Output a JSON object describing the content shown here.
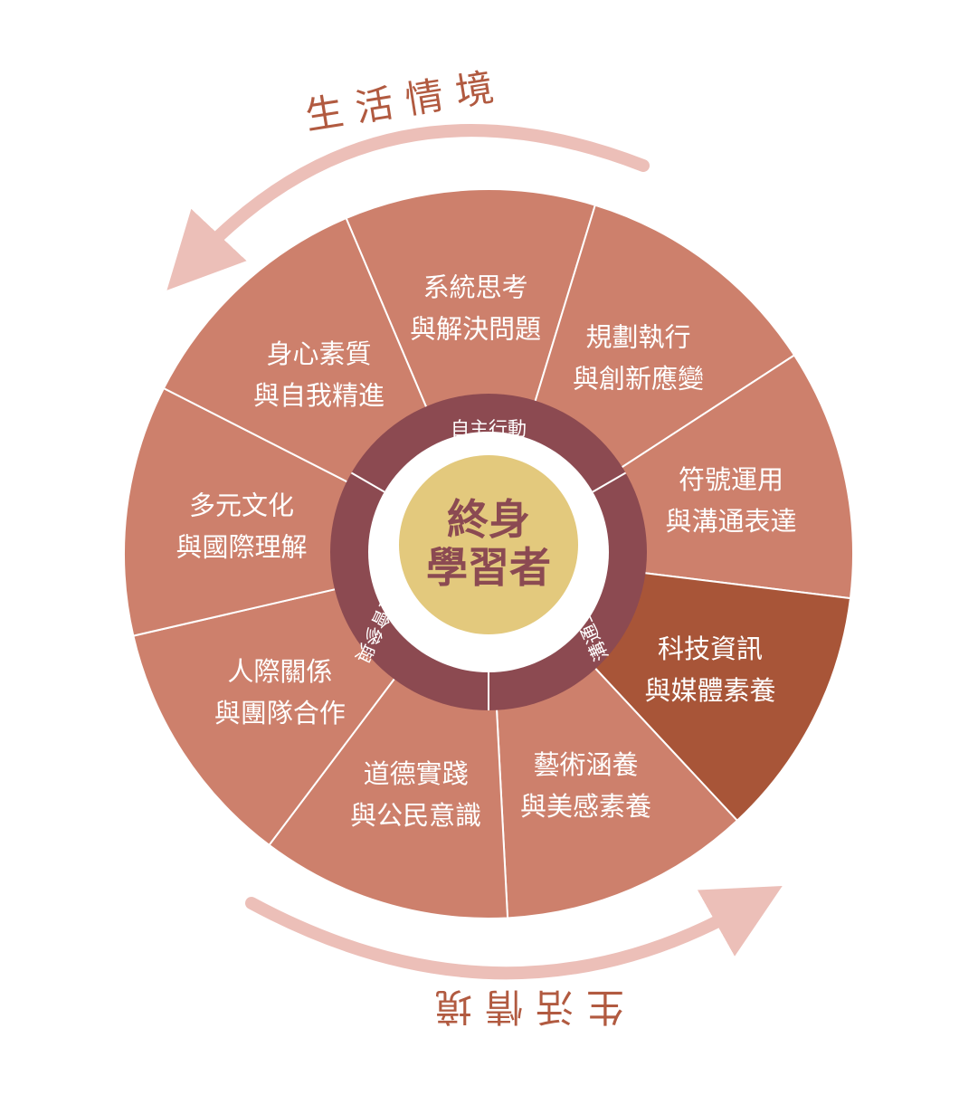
{
  "center": {
    "line1": "終身",
    "line2": "學習者"
  },
  "context": {
    "top": "生活情境",
    "bottom": "生活情境"
  },
  "dimensions": [
    {
      "id": "autonomous",
      "label": "自主行動"
    },
    {
      "id": "communication",
      "label": "溝通互動"
    },
    {
      "id": "social",
      "label": "社會參與"
    }
  ],
  "segments": [
    {
      "id": "systems-thinking",
      "line1": "系統思考",
      "line2": "與解決問題",
      "highlighted": false
    },
    {
      "id": "planning",
      "line1": "規劃執行",
      "line2": "與創新應變",
      "highlighted": false
    },
    {
      "id": "symbols",
      "line1": "符號運用",
      "line2": "與溝通表達",
      "highlighted": false
    },
    {
      "id": "tech-media",
      "line1": "科技資訊",
      "line2": "與媒體素養",
      "highlighted": true
    },
    {
      "id": "arts",
      "line1": "藝術涵養",
      "line2": "與美感素養",
      "highlighted": false
    },
    {
      "id": "ethics",
      "line1": "道德實踐",
      "line2": "與公民意識",
      "highlighted": false
    },
    {
      "id": "interpersonal",
      "line1": "人際關係",
      "line2": "與團隊合作",
      "highlighted": false
    },
    {
      "id": "multicultural",
      "line1": "多元文化",
      "line2": "與國際理解",
      "highlighted": false
    },
    {
      "id": "physical-mental",
      "line1": "身心素質",
      "line2": "與自我精進",
      "highlighted": false
    }
  ],
  "colors": {
    "segment": "#cd806c",
    "segment_highlight": "#a85538",
    "inner_ring": "#8c4a51",
    "center_fill": "#e3c97d",
    "center_text": "#8b4a52",
    "arrow": "#ecbfb8",
    "context_text": "#b15a40",
    "divider": "#ffffff"
  }
}
